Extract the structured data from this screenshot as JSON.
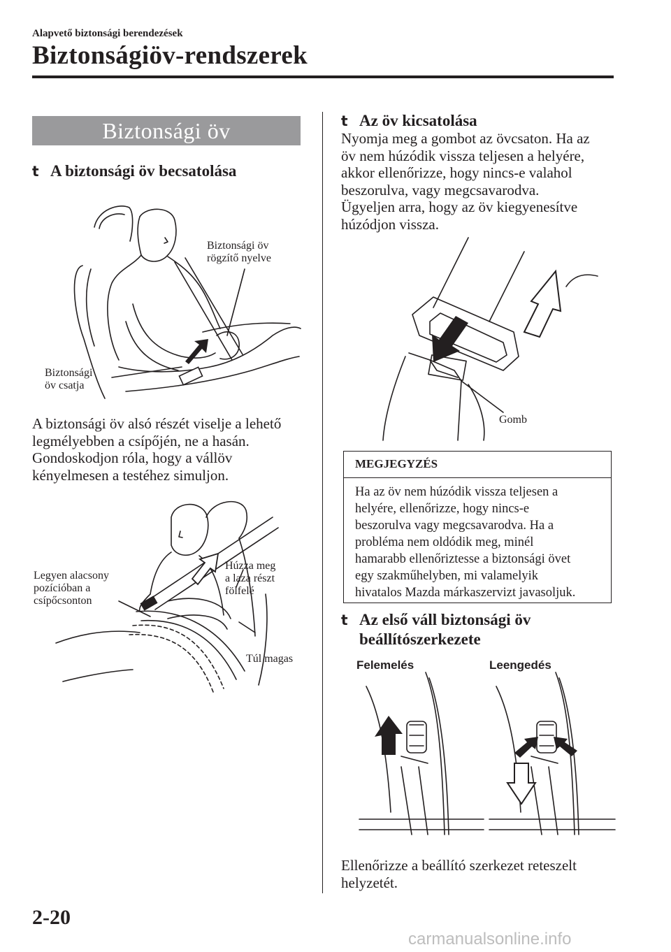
{
  "header": {
    "breadcrumb": "Alapvető biztonsági berendezések",
    "title": "Biztonságiöv-rendszerek"
  },
  "left": {
    "banner": "Biztonsági öv",
    "bullet": "t",
    "heading": "A biztonsági öv becsatolása",
    "fig1": {
      "label_tongue": [
        "Biztonsági öv",
        "rögzítő nyelve"
      ],
      "label_buckle": [
        "Biztonsági",
        "öv csatja"
      ]
    },
    "paragraph": [
      "A biztonsági öv alsó részét viselje a lehető",
      "legmélyebben a csípőjén, ne a hasán.",
      "Gondoskodjon róla, hogy a vállöv",
      "kényelmesen a testéhez simuljon."
    ],
    "fig2": {
      "label_low": [
        "Legyen alacsony",
        "pozícióban a",
        "csípőcsonton"
      ],
      "label_pull": [
        "Húzza meg",
        "a laza részt",
        "fölfelé"
      ],
      "label_high": "Túl magas"
    }
  },
  "right": {
    "unbuckle": {
      "bullet": "t",
      "heading": "Az öv kicsatolása",
      "paragraph": [
        "Nyomja meg a gombot az övcsaton. Ha az",
        "öv nem húzódik vissza teljesen a helyére,",
        "akkor ellenőrizze, hogy nincs-e valahol",
        "beszorulva, vagy megcsavarodva.",
        "Ügyeljen arra, hogy az öv kiegyenesítve",
        "húzódjon vissza."
      ],
      "label_button": "Gomb"
    },
    "note": {
      "title": "MEGJEGYZÉS",
      "lines": [
        "Ha az öv nem húzódik vissza teljesen a",
        "helyére, ellenőrizze, hogy nincs-e",
        "beszorulva vagy megcsavarodva. Ha a",
        "probléma nem oldódik meg, minél",
        "hamarabb ellenőriztesse a biztonsági övet",
        "egy szakműhelyben, mi valamelyik",
        "hivatalos Mazda márkaszervizt javasoljuk."
      ]
    },
    "adjuster": {
      "bullet": "t",
      "heading": [
        "Az első váll biztonsági öv",
        "beállítószerkezete"
      ],
      "label_raise": "Felemelés",
      "label_lower": "Leengedés",
      "paragraph": [
        "Ellenőrizze a beállító szerkezet reteszelt",
        "helyzetét."
      ]
    }
  },
  "footer": {
    "page_number": "2-20",
    "watermark": "carmanualsonline.info"
  }
}
